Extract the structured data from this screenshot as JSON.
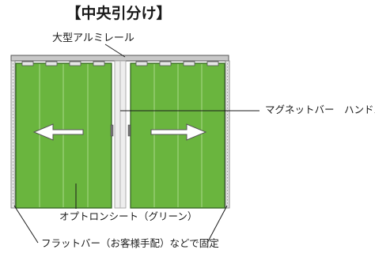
{
  "title": "【中央引分け】",
  "labels": {
    "rail": "大型アルミレール",
    "magnet_bar": "マグネットバー　ハンドル",
    "sheet": "オプトロンシート（グリーン）",
    "flat_bar": "フラットバー（お客様手配）などで固定"
  },
  "colors": {
    "curtain_green": "#6ab53e",
    "curtain_stroke": "#2f5e1e",
    "rail_gray": "#c8c8c8",
    "arrow_white": "#ffffff"
  },
  "icons": {
    "left_arrow": "arrow-left",
    "right_arrow": "arrow-right"
  }
}
